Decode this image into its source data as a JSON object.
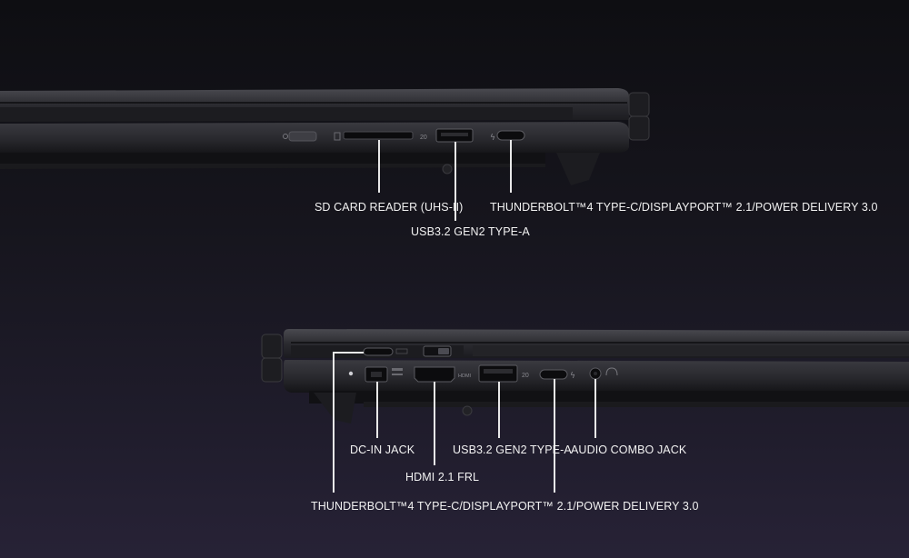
{
  "top_view": {
    "labels": {
      "sd_card": "SD CARD READER (UHS-II)",
      "usb_a": "USB3.2 GEN2 TYPE-A",
      "thunderbolt": "THUNDERBOLT™4 TYPE-C/DISPLAYPORT™ 2.1/POWER DELIVERY 3.0"
    },
    "port_markings": {
      "usb_speed": "20"
    }
  },
  "bottom_view": {
    "labels": {
      "dc_in": "DC-IN JACK",
      "hdmi": "HDMI 2.1 FRL",
      "usb_a": "USB3.2 GEN2 TYPE-A",
      "audio": "AUDIO COMBO JACK",
      "thunderbolt": "THUNDERBOLT™4 TYPE-C/DISPLAYPORT™ 2.1/POWER DELIVERY 3.0"
    },
    "port_markings": {
      "hdmi": "HDMI",
      "usb_speed": "20"
    }
  },
  "colors": {
    "background_top": "#0e0e12",
    "background_bottom": "#272236",
    "chassis": "#2a2a2e",
    "leader_line": "#e8e8e8",
    "label_text": "#f2f2f2"
  },
  "icons": [
    "power-button-icon",
    "sd-card-icon",
    "usb-a-port-icon",
    "thunderbolt-port-icon",
    "dc-in-port-icon",
    "hdmi-port-icon",
    "audio-jack-icon",
    "headset-icon",
    "status-led-icon"
  ]
}
